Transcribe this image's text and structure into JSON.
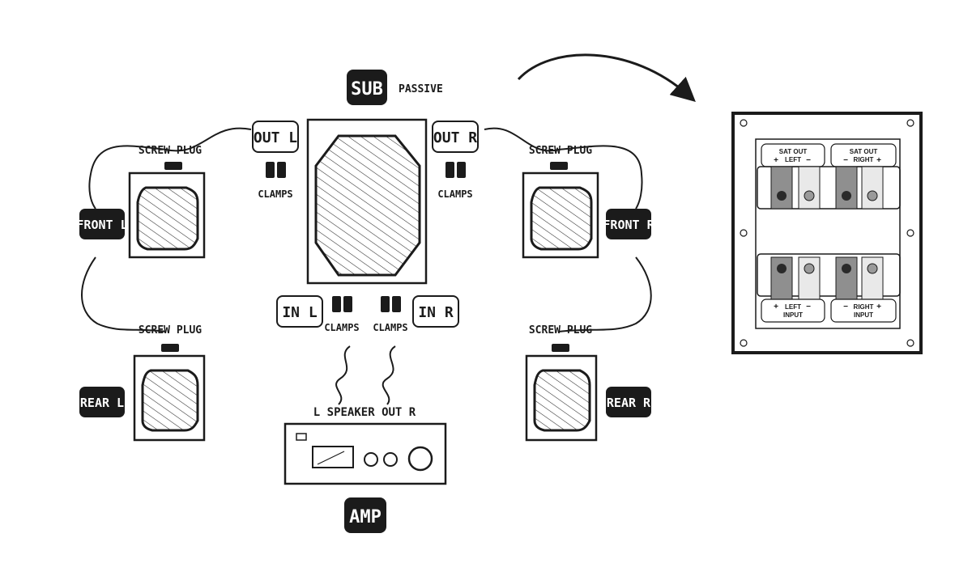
{
  "system": {
    "sub_label": "SUB",
    "sub_type": "PASSIVE",
    "amp_label": "AMP",
    "speaker_out_label": "L  SPEAKER OUT  R"
  },
  "inputs": {
    "in_l": "IN L",
    "in_r": "IN R",
    "out_l": "OUT L",
    "out_r": "OUT R"
  },
  "clamps_label": "CLAMPS",
  "screw_plug_label": "SCREW PLUG",
  "speakers": {
    "front_l": "FRONT L",
    "front_r": "FRONT R",
    "rear_l": "REAR L",
    "rear_r": "REAR R"
  },
  "terminal_panel": {
    "sat_out_label": "SAT OUT",
    "left": "LEFT",
    "right": "RIGHT",
    "input_label": "INPUT",
    "plus": "+",
    "minus": "−"
  },
  "colors": {
    "ink": "#1b1b1b",
    "badge_fill": "#1b1b1b",
    "badge_text": "#ffffff",
    "terminal_dark": "#8f8f8f",
    "terminal_light": "#e9e9e9"
  }
}
